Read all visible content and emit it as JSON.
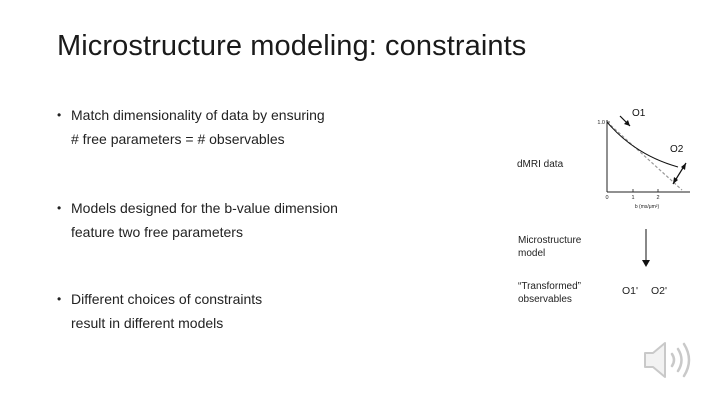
{
  "slide": {
    "title": "Microstructure modeling: constraints",
    "bullets": [
      {
        "line1": "Match dimensionality of data by ensuring",
        "line2": "# free parameters = # observables"
      },
      {
        "line1": "Models designed for the b-value dimension",
        "line2": "feature two free parameters"
      },
      {
        "line1": "Different choices of constraints",
        "line2": "result in different models"
      }
    ],
    "bullet_symbol": "•"
  },
  "figure": {
    "dmri_label": "dMRI data",
    "microstructure_label_line1": "Microstructure",
    "microstructure_label_line2": "model",
    "transformed_label_line1": "“Transformed”",
    "transformed_label_line2": "observables",
    "o1_label": "O1",
    "o2_label": "O2",
    "o1_prime": "O1'",
    "o2_prime": "O2'",
    "plot": {
      "y_tick_top": "1.0",
      "x_ticks": [
        "0",
        "1",
        "2"
      ],
      "x_axis_label": "b (ms/μm²)"
    }
  },
  "icons": {
    "speaker": "speaker-icon"
  }
}
